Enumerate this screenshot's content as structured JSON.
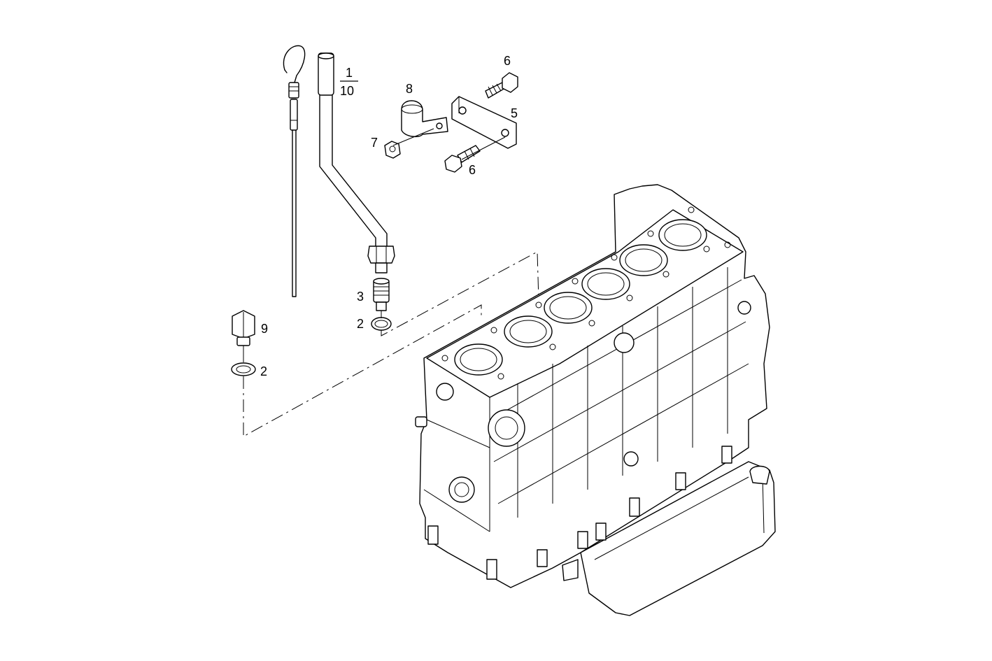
{
  "callouts": {
    "c1_num": "1",
    "c1_den": "10",
    "c2a": "2",
    "c2b": "2",
    "c3": "3",
    "c5": "5",
    "c6a": "6",
    "c6b": "6",
    "c7": "7",
    "c8": "8",
    "c9": "9"
  }
}
